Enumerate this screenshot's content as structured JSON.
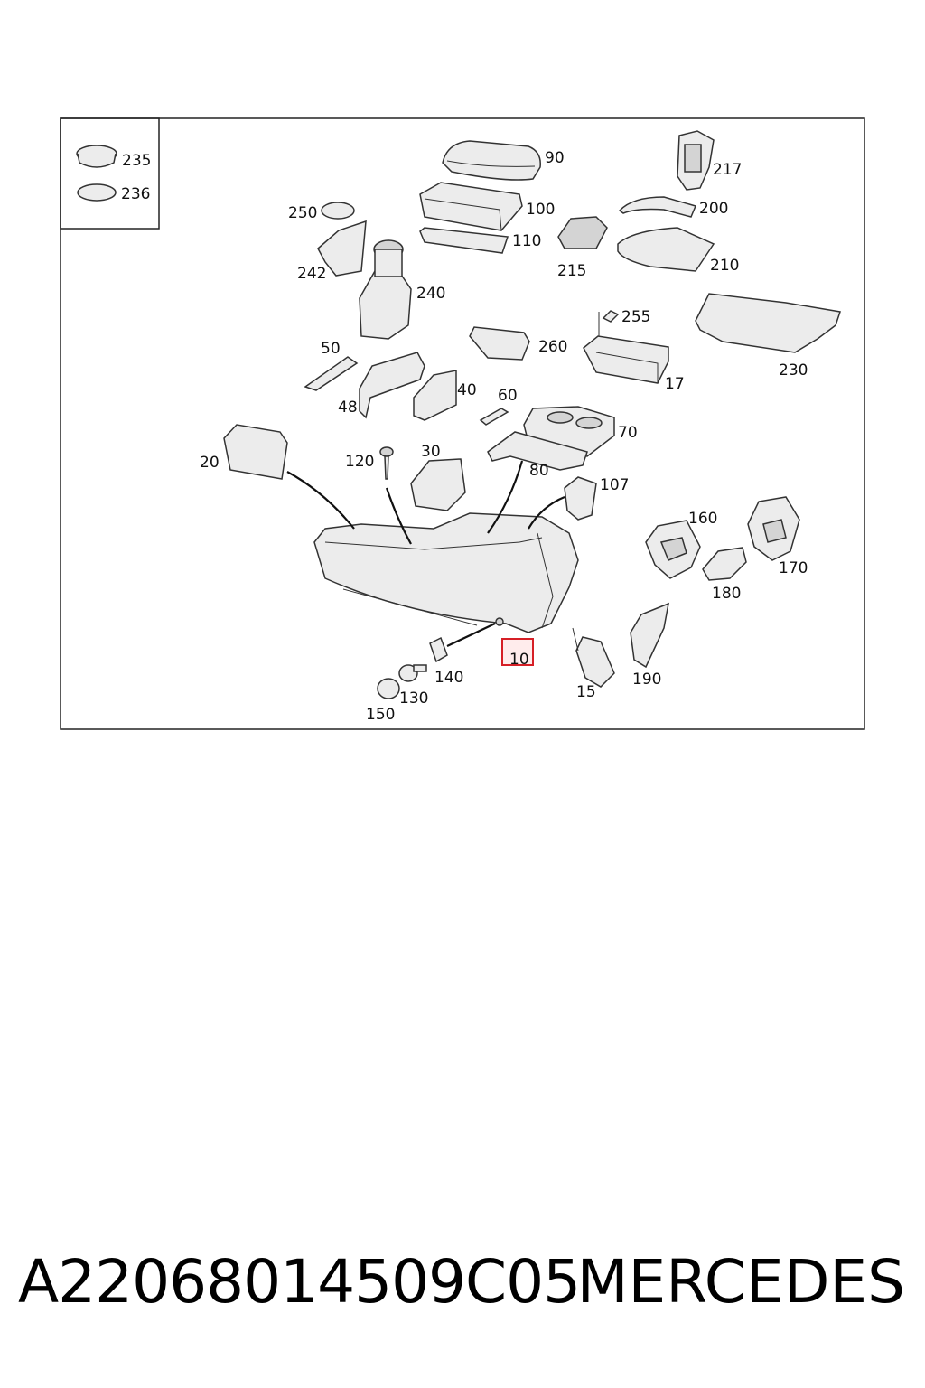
{
  "callouts": {
    "c235": "235",
    "c236": "236",
    "c90": "90",
    "c217": "217",
    "c250": "250",
    "c100": "100",
    "c200": "200",
    "c110": "110",
    "c242": "242",
    "c215": "215",
    "c210": "210",
    "c240": "240",
    "c255": "255",
    "c50": "50",
    "c260": "260",
    "c230": "230",
    "c48": "48",
    "c40": "40",
    "c60": "60",
    "c17": "17",
    "c70": "70",
    "c20": "20",
    "c120": "120",
    "c30": "30",
    "c80": "80",
    "c107": "107",
    "c160": "160",
    "c170": "170",
    "c180": "180",
    "c10": "10",
    "c140": "140",
    "c190": "190",
    "c130": "130",
    "c15": "15",
    "c150": "150"
  },
  "highlight": {
    "label": "10",
    "color": "#d61f26"
  },
  "footer": {
    "part_number": "A22068014509C05",
    "brand": "MERCEDES"
  }
}
